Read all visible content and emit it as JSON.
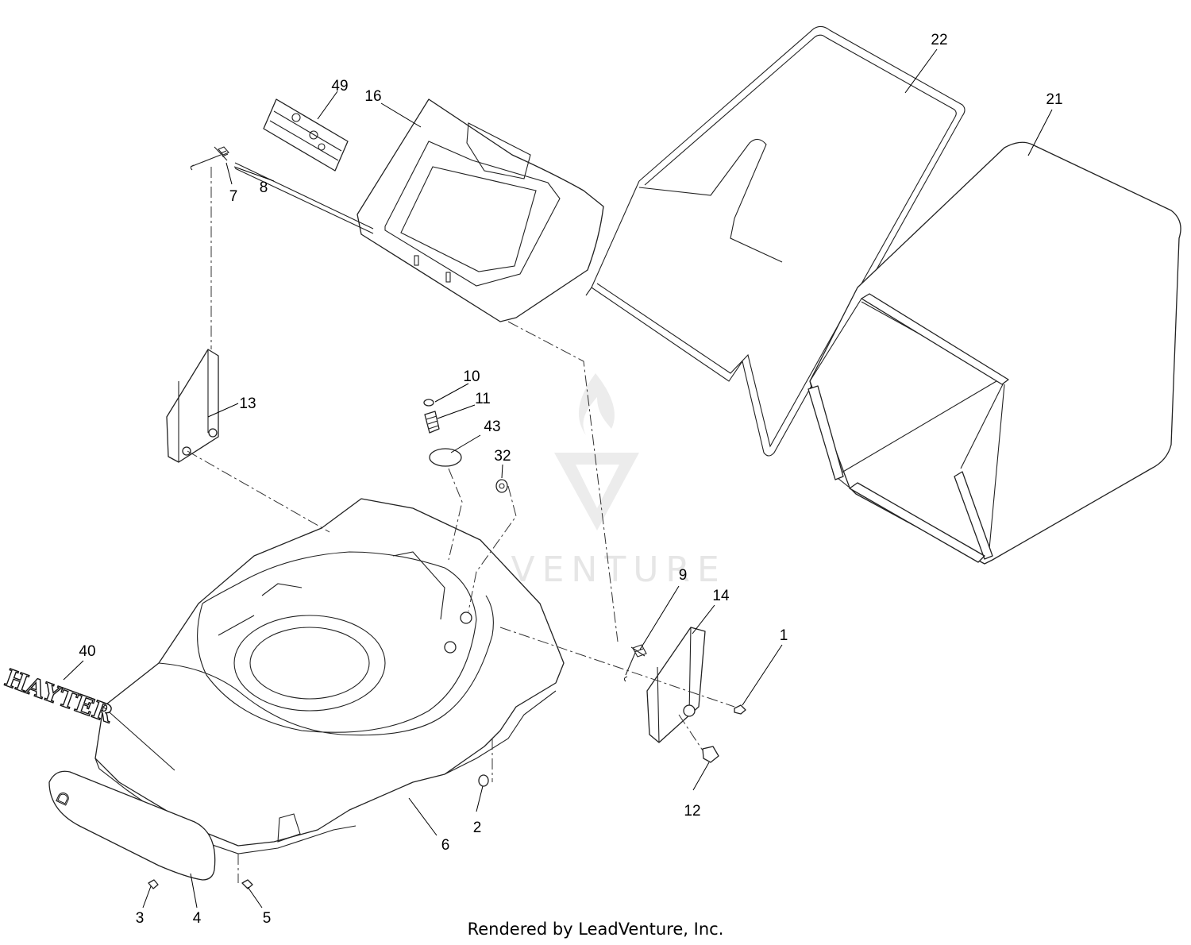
{
  "callouts": [
    "1",
    "2",
    "3",
    "4",
    "5",
    "6",
    "7",
    "8",
    "9",
    "10",
    "11",
    "12",
    "13",
    "14",
    "16",
    "21",
    "22",
    "32",
    "40",
    "43",
    "49"
  ],
  "watermark": {
    "text": "LEADVENTURE"
  },
  "footer": {
    "text": "Rendered by LeadVenture, Inc."
  },
  "decal": {
    "brand": "HAYTER"
  }
}
